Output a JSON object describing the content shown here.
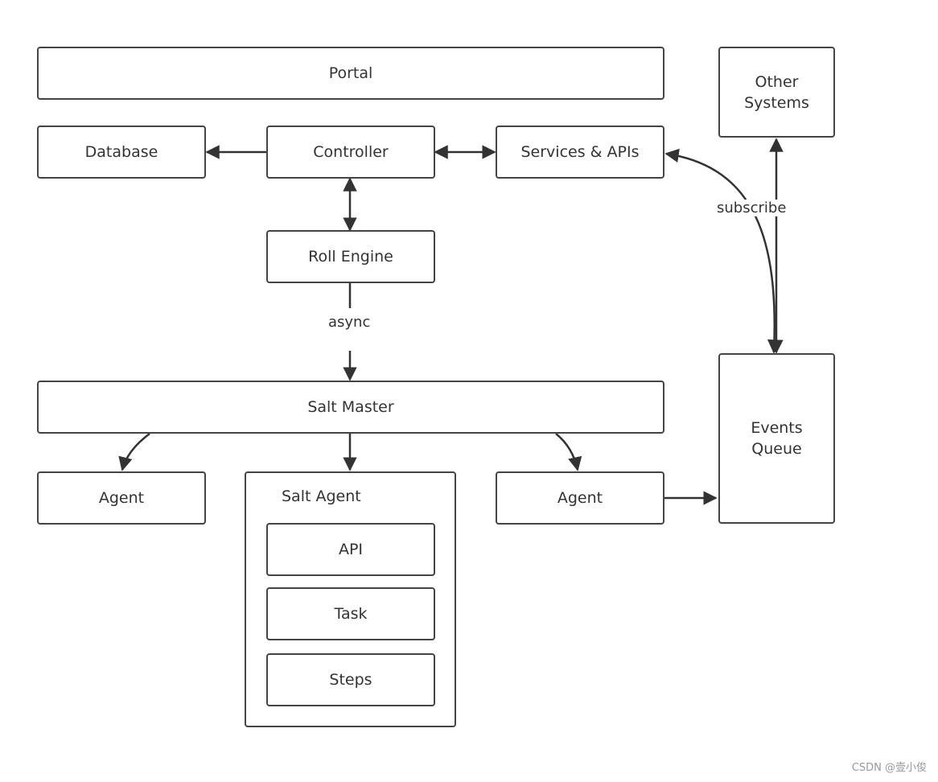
{
  "nodes": {
    "portal": "Portal",
    "database": "Database",
    "controller": "Controller",
    "services": "Services & APIs",
    "other_systems": "Other\nSystems",
    "roll_engine": "Roll Engine",
    "salt_master": "Salt Master",
    "agent_left": "Agent",
    "salt_agent": "Salt Agent",
    "api": "API",
    "task": "Task",
    "steps": "Steps",
    "agent_right": "Agent",
    "events_queue": "Events\nQueue"
  },
  "edge_labels": {
    "async": "async",
    "subscribe": "subscribe"
  },
  "watermark": "CSDN @壹小俊"
}
